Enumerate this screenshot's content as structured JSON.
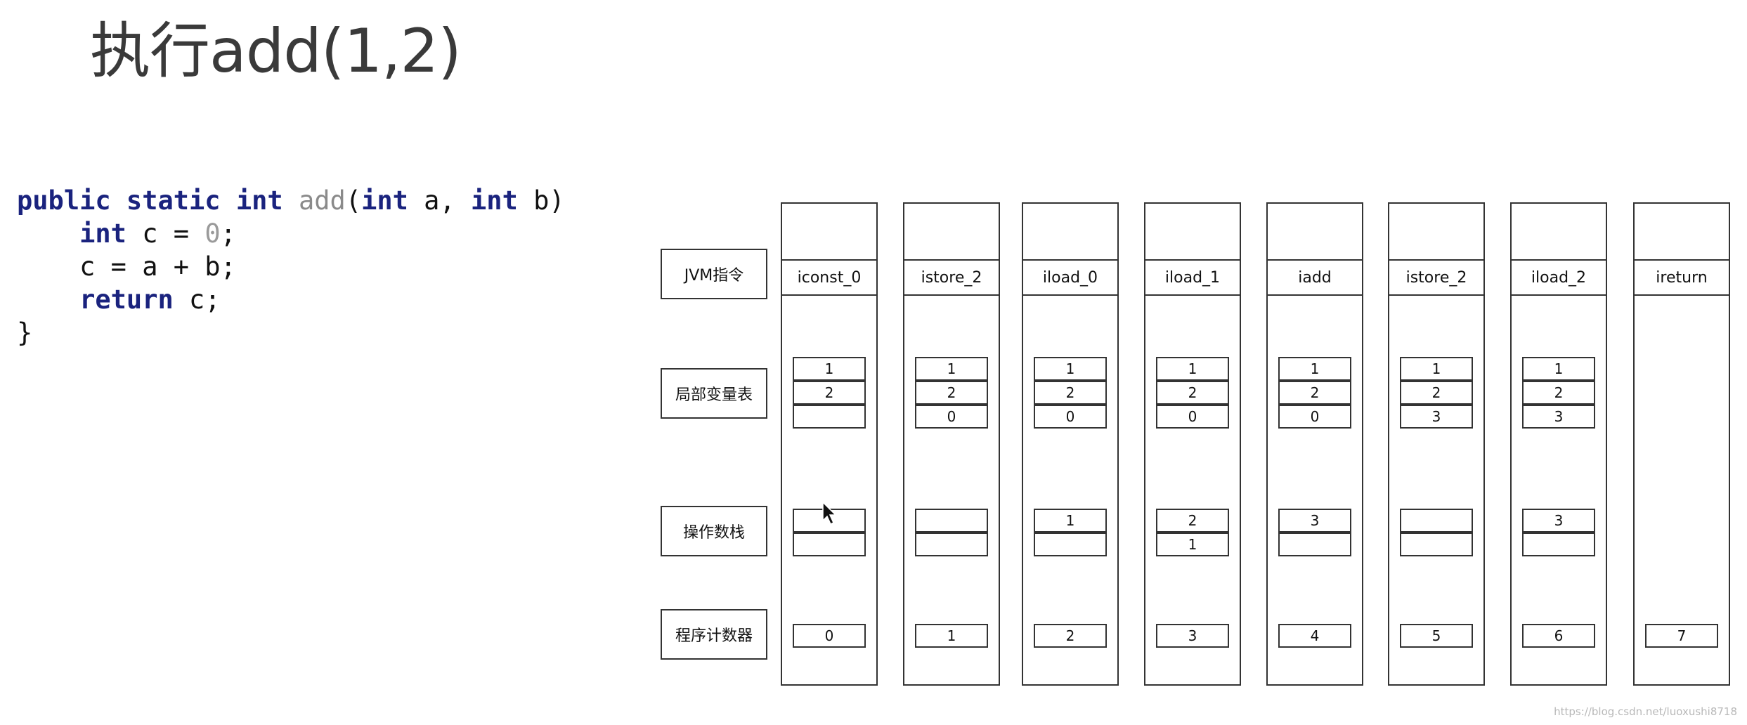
{
  "title": "执行add(1,2)",
  "code": {
    "lines": [
      [
        {
          "t": "public static int ",
          "c": "kw"
        },
        {
          "t": "add",
          "c": "fn"
        },
        {
          "t": "(",
          "c": ""
        },
        {
          "t": "int",
          "c": "kw"
        },
        {
          "t": " a, ",
          "c": ""
        },
        {
          "t": "int",
          "c": "kw"
        },
        {
          "t": " b)",
          "c": ""
        }
      ],
      [
        {
          "t": "    ",
          "c": ""
        },
        {
          "t": "int",
          "c": "kw"
        },
        {
          "t": " c = ",
          "c": ""
        },
        {
          "t": "0",
          "c": "num"
        },
        {
          "t": ";",
          "c": ""
        }
      ],
      [
        {
          "t": "    c = a + b;",
          "c": ""
        }
      ],
      [
        {
          "t": "    ",
          "c": ""
        },
        {
          "t": "return",
          "c": "kw"
        },
        {
          "t": " c;",
          "c": ""
        }
      ],
      [
        {
          "t": "}",
          "c": ""
        }
      ]
    ]
  },
  "row_labels": {
    "instruction": "JVM指令",
    "local_vars": "局部变量表",
    "operand_stack": "操作数栈",
    "program_counter": "程序计数器"
  },
  "columns": [
    {
      "instruction": "iconst_0",
      "locals": [
        "1",
        "2",
        ""
      ],
      "stack": [
        "",
        ""
      ],
      "pc": "0"
    },
    {
      "instruction": "istore_2",
      "locals": [
        "1",
        "2",
        "0"
      ],
      "stack": [
        "",
        ""
      ],
      "pc": "1"
    },
    {
      "instruction": "iload_0",
      "locals": [
        "1",
        "2",
        "0"
      ],
      "stack": [
        "1",
        ""
      ],
      "pc": "2"
    },
    {
      "instruction": "iload_1",
      "locals": [
        "1",
        "2",
        "0"
      ],
      "stack": [
        "2",
        "1"
      ],
      "pc": "3"
    },
    {
      "instruction": "iadd",
      "locals": [
        "1",
        "2",
        "0"
      ],
      "stack": [
        "3",
        ""
      ],
      "pc": "4"
    },
    {
      "instruction": "istore_2",
      "locals": [
        "1",
        "2",
        "3"
      ],
      "stack": [
        "",
        ""
      ],
      "pc": "5"
    },
    {
      "instruction": "iload_2",
      "locals": [
        "1",
        "2",
        "3"
      ],
      "stack": [
        "3",
        ""
      ],
      "pc": "6"
    },
    {
      "instruction": "ireturn",
      "locals": null,
      "stack": null,
      "pc": "7"
    }
  ],
  "watermark": "https://blog.csdn.net/luoxushi8718"
}
